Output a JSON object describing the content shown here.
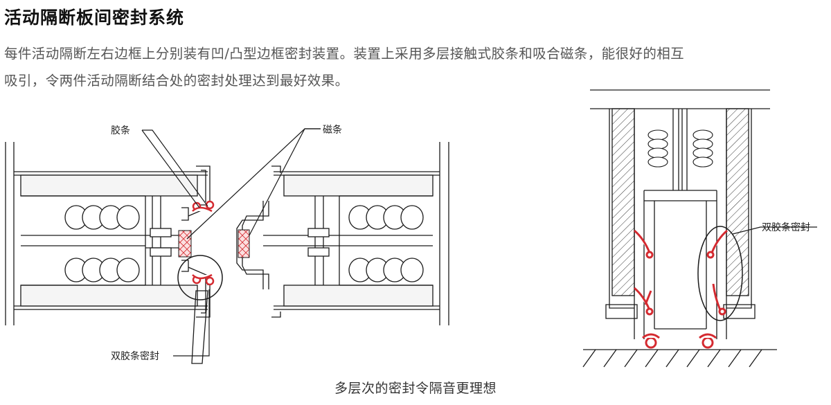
{
  "title": "活动隔断板间密封系统",
  "description": {
    "line1": "每件活动隔断左右边框上分别装有凹/凸型边框密封装置。装置上采用多层接触式胶条和吸合磁条，能很好的相互",
    "line2": "吸引，令两件活动隔断结合处的密封处理达到最好效果。"
  },
  "callouts": {
    "rubber_strip": "胶条",
    "magnetic_strip": "磁条",
    "double_strip_seal_left": "双胶条密封",
    "double_strip_seal_right": "双胶条密封"
  },
  "caption": "多层次的密封令隔音更理想",
  "colors": {
    "seal_red": "#d42a30",
    "magnet_fill": "#f2c4c4",
    "insulation_fill": "#f2f2f2",
    "line": "#1a1a1a"
  }
}
